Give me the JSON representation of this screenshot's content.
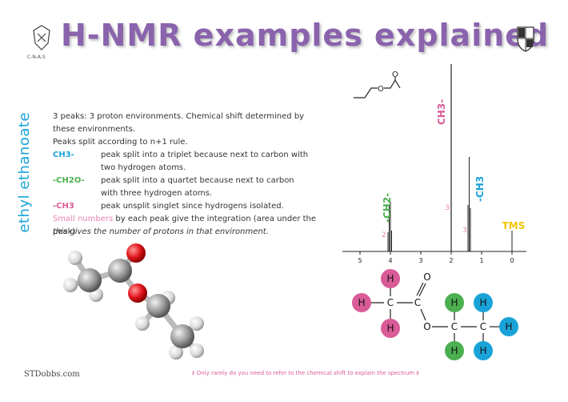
{
  "header": {
    "title": "H-NMR examples explained",
    "logo_left_caption": "C-N-A-S"
  },
  "compound": {
    "name": "ethyl ethanoate"
  },
  "explanation": {
    "line1": "3 peaks: 3 proton environments. Chemical shift determined by these environments.",
    "line2": "Peaks split according to n+1 rule.",
    "peaks": [
      {
        "group": "CH3-",
        "desc": "peak split into a triplet because next to carbon with two hydrogen atoms."
      },
      {
        "group": "-CH2O-",
        "desc": "peak split into a quartet because next to carbon with three hydrogen atoms."
      },
      {
        "group": "-CH3",
        "desc": "peak unsplit singlet since hydrogens isolated."
      }
    ],
    "integration_highlight": "Small numbers",
    "integration_rest": " by each peak give the integration (area under the peak)",
    "italic_line": "this gives the number of protons in that environment."
  },
  "spectrum": {
    "x_ticks": [
      "5",
      "4",
      "3",
      "2",
      "1",
      "0"
    ],
    "peak_labels": {
      "ch2": "-CH2-",
      "ch3_left": "CH3-",
      "ch3_right": "-CH3",
      "tms": "TMS"
    },
    "integrations": {
      "ch2": "2",
      "ch3_left": "3",
      "ch3_right": "3"
    }
  },
  "structure": {
    "atom_H": "H",
    "atom_C": "C",
    "atom_O": "O"
  },
  "colors": {
    "title": "#8a63ad",
    "blue": "#1aa3d8",
    "green": "#4caf50",
    "pink": "#d95b97",
    "gold": "#f2c500"
  },
  "footer": {
    "brand": "STDobbs.com",
    "note": "‡ Only rarely do you need to refer to the chemical shift to explain the spectrum ‡"
  }
}
